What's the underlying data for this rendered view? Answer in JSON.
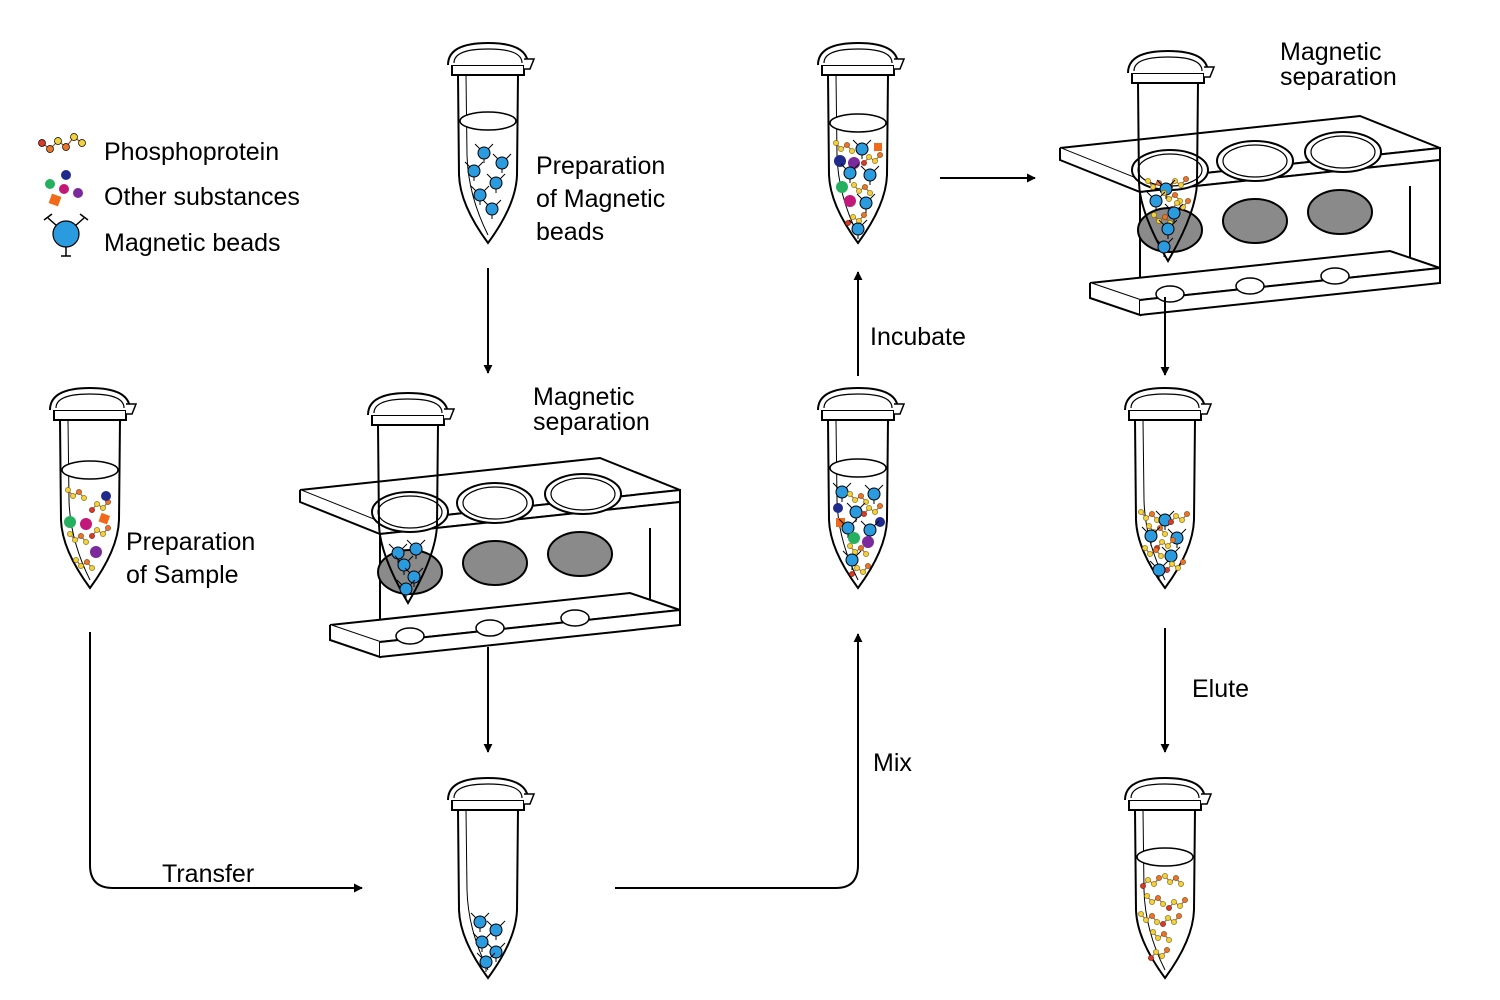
{
  "legend": {
    "items": [
      {
        "label": "Phosphoprotein",
        "icon": "phosphoprotein-chain-icon"
      },
      {
        "label": "Other substances",
        "icon": "other-substances-icon"
      },
      {
        "label": "Magnetic beads",
        "icon": "magnetic-bead-icon"
      }
    ]
  },
  "steps": {
    "prep_beads": [
      "Preparation",
      "of Magnetic",
      "beads"
    ],
    "prep_sample": [
      "Preparation",
      "of Sample"
    ],
    "mag_sep_1": [
      "Magnetic",
      "separation"
    ],
    "mag_sep_2": [
      "Magnetic",
      "separation"
    ]
  },
  "arrows": {
    "transfer": "Transfer",
    "mix": "Mix",
    "incubate": "Incubate",
    "elute": "Elute"
  },
  "colors": {
    "bead": "#2b9be0",
    "phospho_yellow": "#f2d23a",
    "phospho_orange": "#e8762a",
    "phospho_red": "#d83a2a",
    "green": "#25b060",
    "navy": "#1f2a8c",
    "purple": "#7a2a9a",
    "magenta": "#c2187a",
    "orange": "#f06a1a",
    "rack_hole": "#8a8a8a"
  }
}
